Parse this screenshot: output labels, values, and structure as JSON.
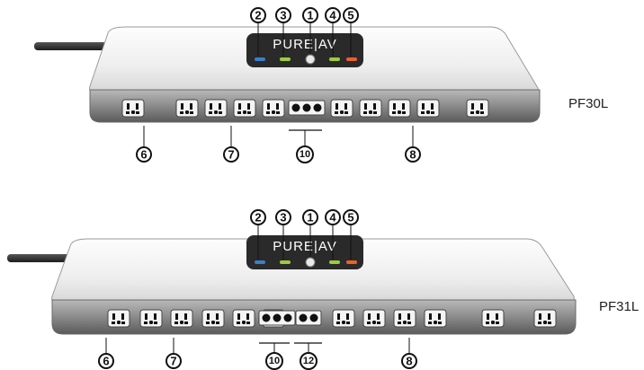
{
  "units": [
    {
      "model": "PF30L",
      "logo": "PURE|AV",
      "led_callouts": [
        "2",
        "3",
        "1",
        "4",
        "5"
      ],
      "bottom_callouts": [
        "6",
        "7",
        "10",
        "8"
      ]
    },
    {
      "model": "PF31L",
      "logo": "PURE|AV",
      "led_callouts": [
        "2",
        "3",
        "1",
        "4",
        "5"
      ],
      "bottom_callouts": [
        "6",
        "7",
        "10",
        "12",
        "8"
      ]
    }
  ],
  "colors": {
    "led_blue": "#3d7fc8",
    "led_green": "#9ccc3c",
    "led_orange": "#e8622a"
  }
}
